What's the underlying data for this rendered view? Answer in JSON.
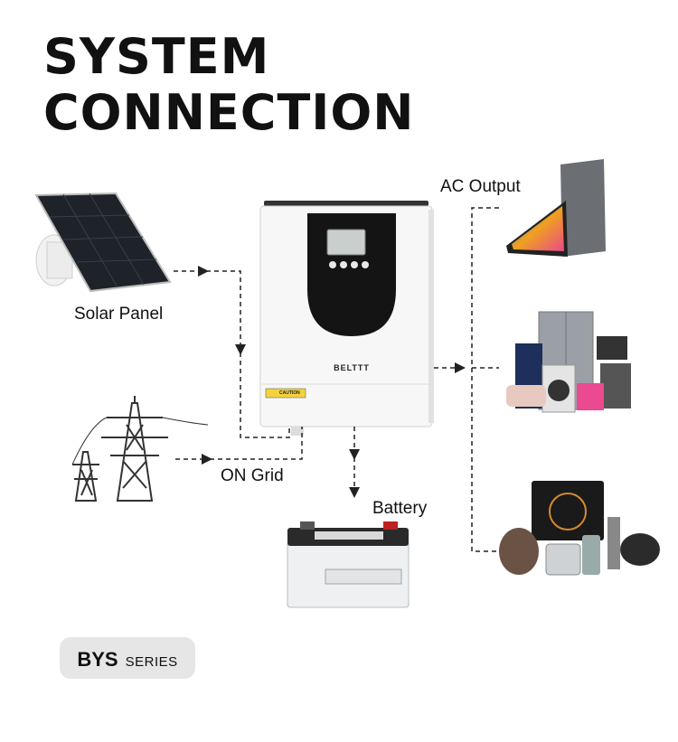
{
  "title": {
    "line1": "SYSTEM",
    "line2": "CONNECTION"
  },
  "labels": {
    "solar_panel": "Solar Panel",
    "on_grid": "ON Grid",
    "battery": "Battery",
    "ac_output": "AC Output"
  },
  "inverter": {
    "brand": "BELTTT",
    "caution": "CAUTION"
  },
  "badge": {
    "series": "BYS",
    "suffix": "SERIES"
  },
  "colors": {
    "line": "#222222",
    "badge_bg": "#e6e6e6",
    "inverter_panel": "#111111"
  }
}
